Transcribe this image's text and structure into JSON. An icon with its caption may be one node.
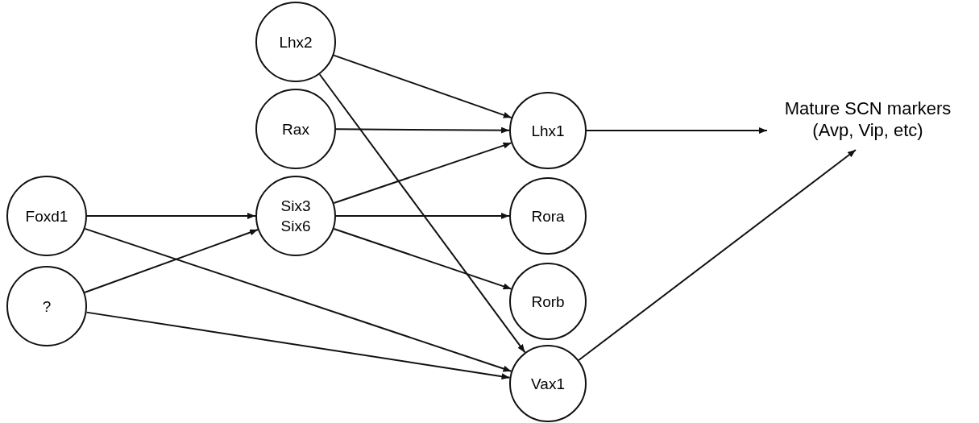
{
  "diagram": {
    "nodes": [
      {
        "text": [
          "Lhx2"
        ]
      },
      {
        "text": [
          "Rax"
        ]
      },
      {
        "text": [
          "Foxd1"
        ]
      },
      {
        "text": [
          "Six3 Six6"
        ]
      },
      {
        "text": [
          "?"
        ]
      },
      {
        "text": [
          "Lhx1"
        ]
      },
      {
        "text": [
          "Rora"
        ]
      },
      {
        "text": [
          "Rorb"
        ]
      },
      {
        "text": [
          "Vax1"
        ]
      },
      {
        "text": [
          "Mature SCN markers (Avp, Vip, etc)"
        ]
      }
    ],
    "edges": [
      {
        "from": 0,
        "to": 5,
        "arrow": "to"
      },
      {
        "from": 0,
        "to": 8,
        "arrow": "to"
      },
      {
        "from": 1,
        "to": 5,
        "arrow": "to"
      },
      {
        "from": 2,
        "to": 3,
        "arrow": "to"
      },
      {
        "from": 3,
        "to": 5,
        "arrow": "to"
      },
      {
        "from": 3,
        "to": 6,
        "arrow": "to"
      },
      {
        "from": 3,
        "to": 7,
        "arrow": "to"
      },
      {
        "from": 4,
        "to": 3,
        "arrow": "to"
      },
      {
        "from": 2,
        "to": 8,
        "arrow": "to"
      },
      {
        "from": 4,
        "to": 8,
        "arrow": "to"
      },
      {
        "from": 5,
        "to": 9,
        "arrow": "to"
      },
      {
        "from": 8,
        "to": 9,
        "arrow": "to"
      }
    ]
  }
}
